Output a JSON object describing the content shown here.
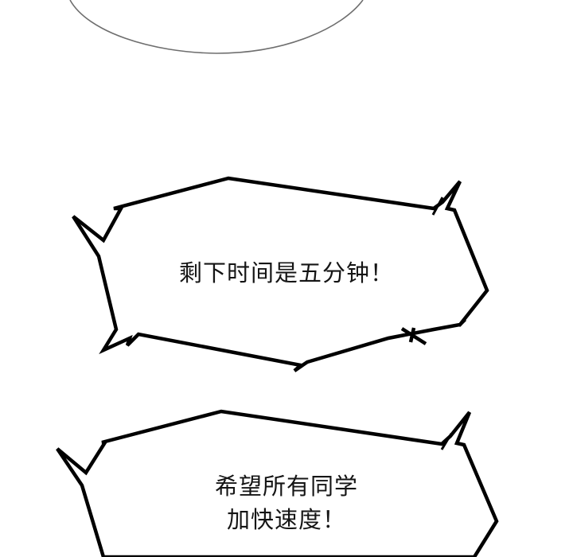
{
  "panel": {
    "type": "comic-panel",
    "background_color": "#ffffff",
    "ink_color": "#000000",
    "outline_color": "#6e6e6e"
  },
  "speech_bubbles": [
    {
      "id": "bubble-1",
      "style": "spiky-shout",
      "lines": [
        "剩下时间是五分钟！"
      ]
    },
    {
      "id": "bubble-2",
      "style": "spiky-shout",
      "lines": [
        "希望所有同学",
        "加快速度！"
      ]
    }
  ],
  "upper_shape": {
    "kind": "ellipse-outline",
    "partially_visible": true
  }
}
